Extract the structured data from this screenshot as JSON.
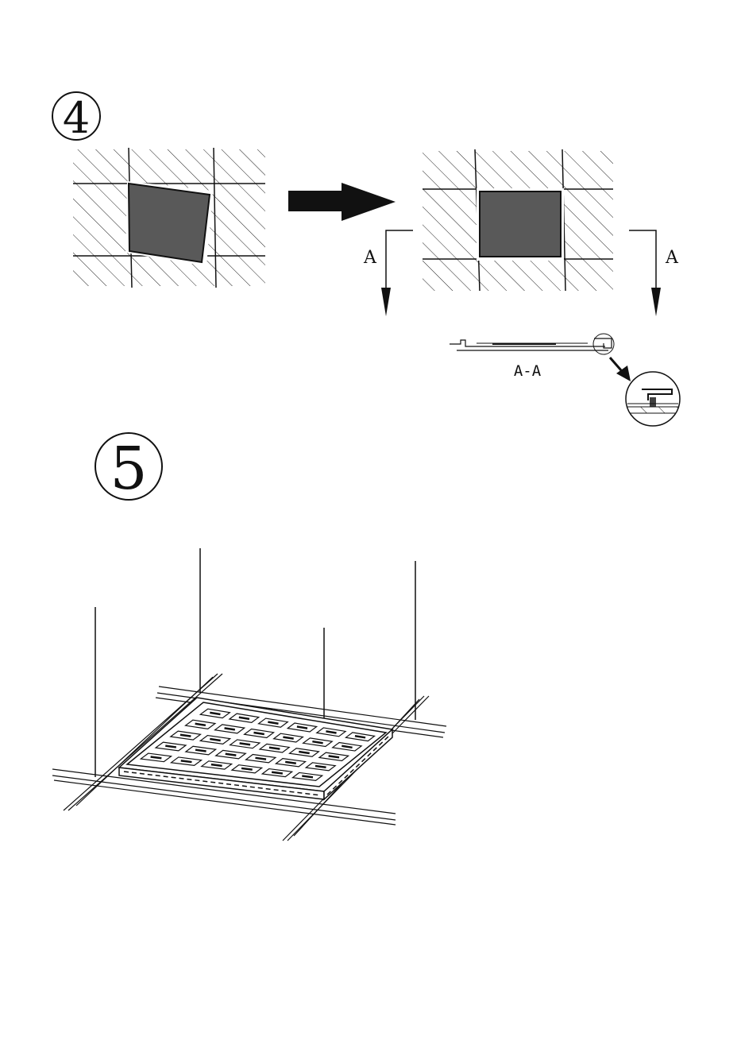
{
  "steps": [
    {
      "number": "4"
    },
    {
      "number": "5"
    }
  ],
  "section_marks": {
    "left": "A",
    "right": "A",
    "section_title": "A-A"
  },
  "colors": {
    "panel_fill": "#595959",
    "line": "#111111",
    "hatch": "#222222",
    "background": "#ffffff"
  },
  "icons": {
    "move_arrow": "right-arrow-icon",
    "detail_arrow": "down-right-arrow-icon"
  }
}
